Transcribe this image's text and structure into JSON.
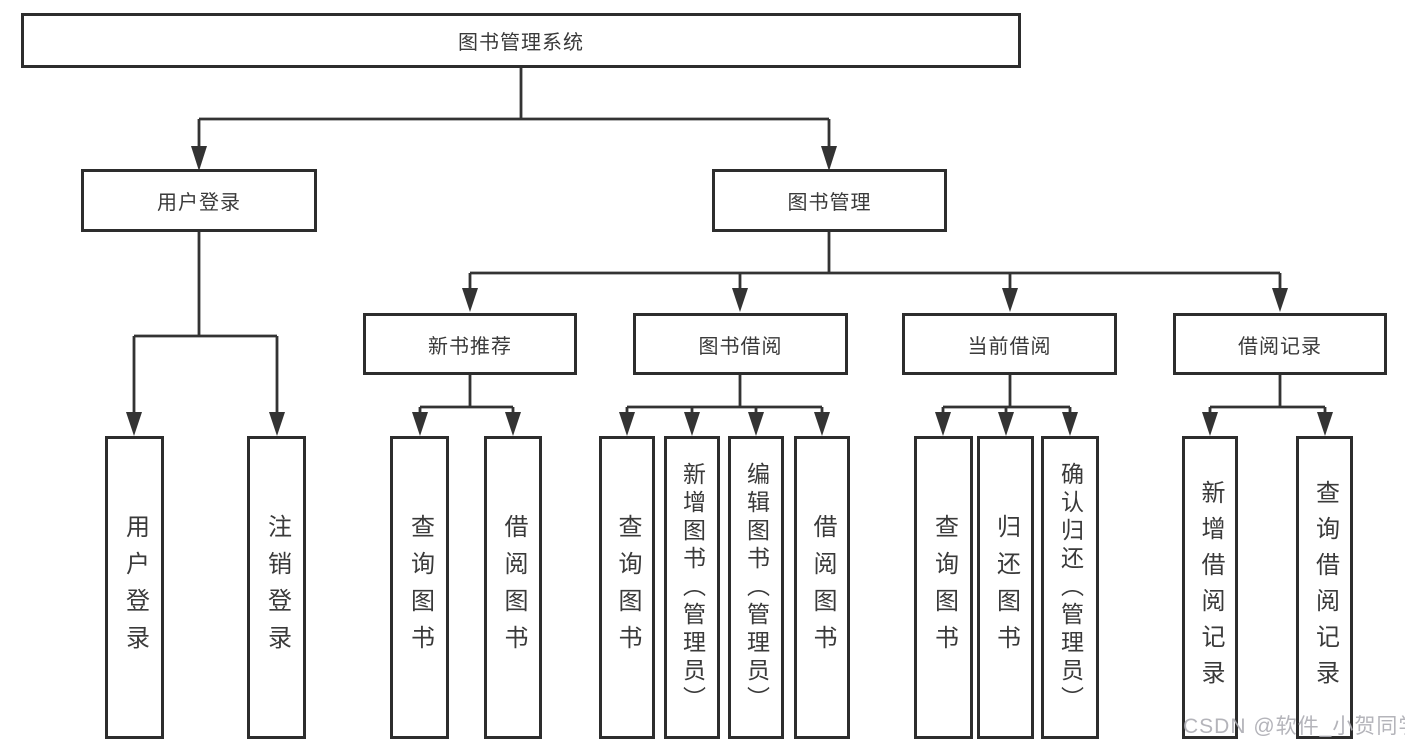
{
  "tree": {
    "root": "图书管理系统",
    "branches": [
      {
        "label": "用户登录",
        "children": [
          "用户登录",
          "注销登录"
        ]
      },
      {
        "label": "图书管理",
        "groups": [
          {
            "label": "新书推荐",
            "children": [
              "查询图书",
              "借阅图书"
            ]
          },
          {
            "label": "图书借阅",
            "children": [
              "查询图书",
              "新增图书（管理员）",
              "编辑图书（管理员）",
              "借阅图书"
            ]
          },
          {
            "label": "当前借阅",
            "children": [
              "查询图书",
              "归还图书",
              "确认归还（管理员）"
            ]
          },
          {
            "label": "借阅记录",
            "children": [
              "新增借阅记录",
              "查询借阅记录"
            ]
          }
        ]
      }
    ]
  },
  "watermark": "CSDN @软件_小贺同学",
  "colors": {
    "box_border": "#2d2d2d",
    "connector_line": "#333333",
    "text": "#3a3a3a",
    "background": "#ffffff",
    "watermark": "#acacb2"
  }
}
